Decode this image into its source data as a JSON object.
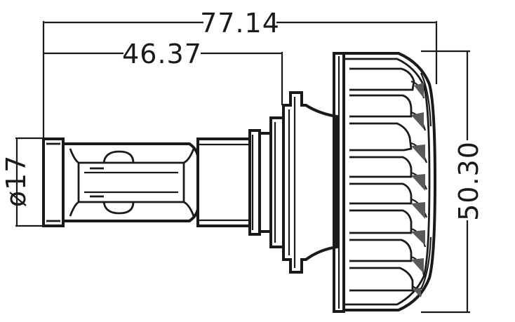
{
  "dimensions": {
    "overall_length": "77.14",
    "base_length": "46.37",
    "base_diameter": "ø17",
    "head_diameter": "50.30"
  },
  "colors": {
    "line": "#1a1a1a",
    "background": "#ffffff",
    "shade": "#5a5a5a"
  }
}
